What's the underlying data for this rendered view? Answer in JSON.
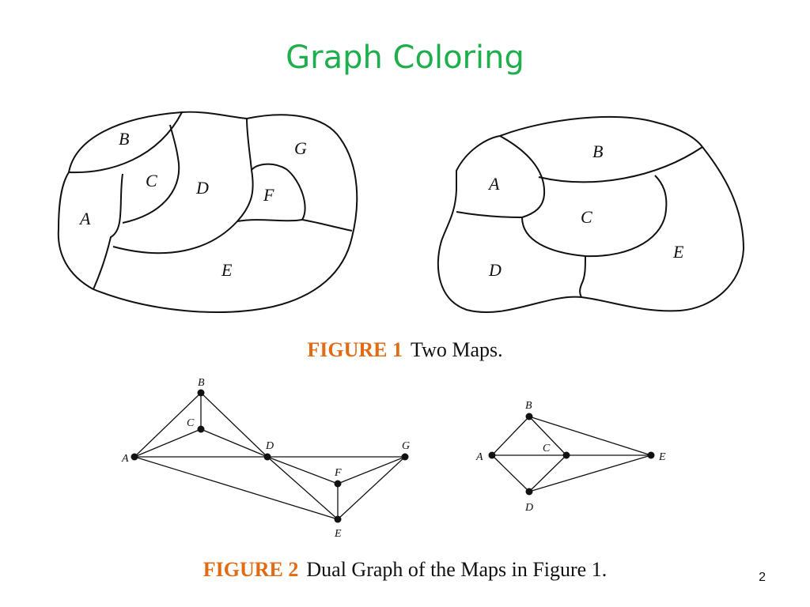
{
  "title": "Graph Coloring",
  "figure1": {
    "number": "FIGURE 1",
    "caption": "Two Maps.",
    "map1_regions": [
      "B",
      "C",
      "D",
      "G",
      "F",
      "A",
      "E"
    ],
    "map2_regions": [
      "B",
      "A",
      "C",
      "E",
      "D"
    ]
  },
  "figure2": {
    "number": "FIGURE 2",
    "caption": "Dual Graph of the Maps in Figure 1.",
    "graph1": {
      "nodes": [
        "A",
        "B",
        "C",
        "D",
        "E",
        "F",
        "G"
      ],
      "edges": [
        [
          "A",
          "B"
        ],
        [
          "A",
          "C"
        ],
        [
          "A",
          "D"
        ],
        [
          "A",
          "E"
        ],
        [
          "B",
          "C"
        ],
        [
          "B",
          "D"
        ],
        [
          "C",
          "D"
        ],
        [
          "D",
          "E"
        ],
        [
          "D",
          "F"
        ],
        [
          "D",
          "G"
        ],
        [
          "E",
          "F"
        ],
        [
          "E",
          "G"
        ],
        [
          "F",
          "G"
        ]
      ]
    },
    "graph2": {
      "nodes": [
        "A",
        "B",
        "C",
        "D",
        "E"
      ],
      "edges": [
        [
          "A",
          "B"
        ],
        [
          "A",
          "C"
        ],
        [
          "A",
          "D"
        ],
        [
          "B",
          "C"
        ],
        [
          "B",
          "E"
        ],
        [
          "C",
          "D"
        ],
        [
          "C",
          "E"
        ],
        [
          "D",
          "E"
        ]
      ]
    }
  },
  "page_number": "2"
}
